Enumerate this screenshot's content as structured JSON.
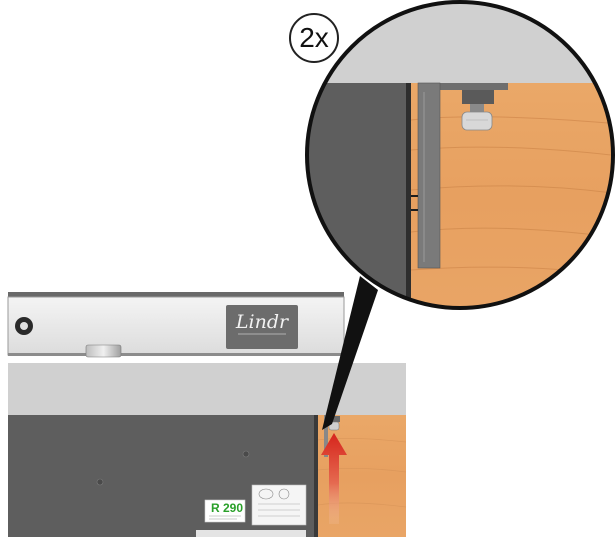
{
  "callout": {
    "quantity_label": "2x"
  },
  "brand": {
    "logo_text": "Lindr"
  },
  "sticker": {
    "refrigerant": "R 290"
  },
  "colors": {
    "cabinet_dark": "#5e5e5e",
    "panel_light": "#d0d0d0",
    "wood": "#e9a464",
    "arrow_red": "#d6241c",
    "sticker_green": "#2aa02a"
  },
  "icons": [
    "magnifier-callout",
    "up-arrow-icon",
    "screw-icon",
    "mounting-bracket"
  ]
}
